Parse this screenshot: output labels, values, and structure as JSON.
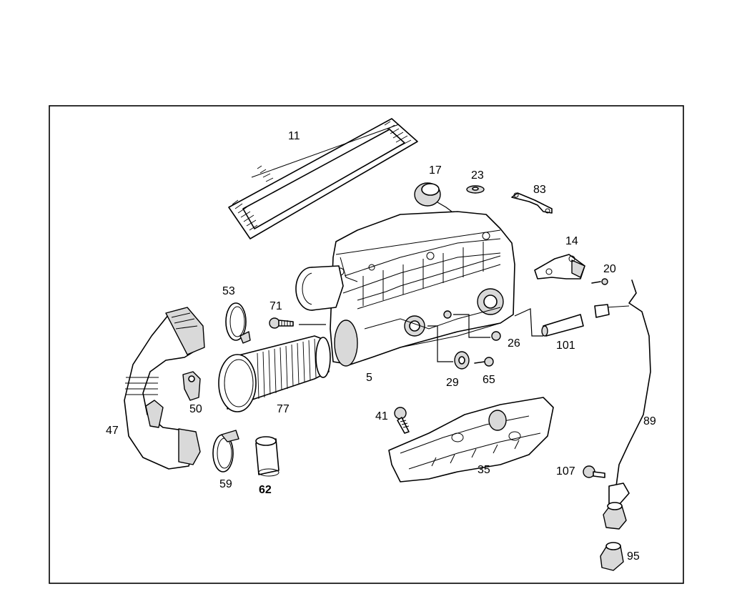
{
  "diagram": {
    "callouts": {
      "c11": "11",
      "c17": "17",
      "c23": "23",
      "c83": "83",
      "c14": "14",
      "c20": "20",
      "c53": "53",
      "c71": "71",
      "c26": "26",
      "c101": "101",
      "c5": "5",
      "c29": "29",
      "c65": "65",
      "c47": "47",
      "c50": "50",
      "c77": "77",
      "c41": "41",
      "c89": "89",
      "c59": "59",
      "c62": "62",
      "c35": "35",
      "c107": "107",
      "c95": "95"
    }
  }
}
